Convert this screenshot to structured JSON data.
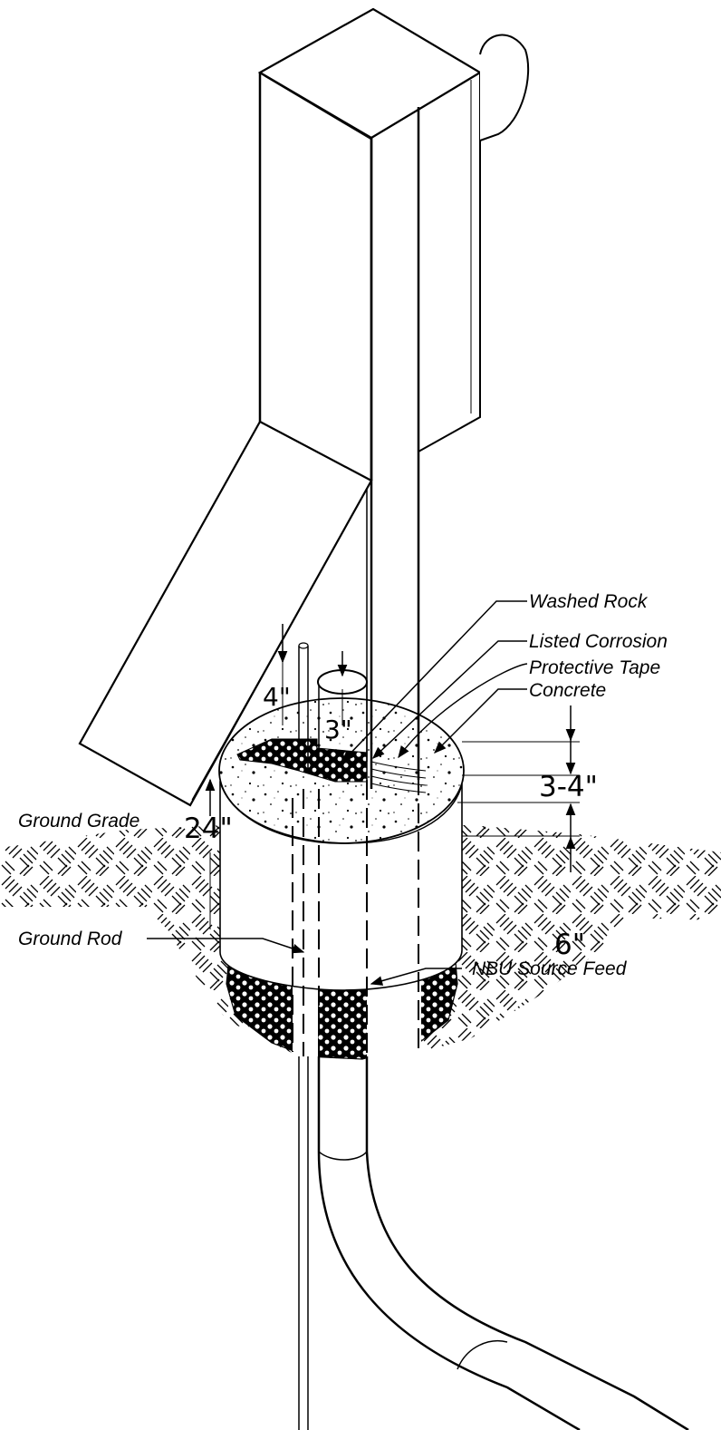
{
  "labels": {
    "washed_rock": "Washed Rock",
    "tape_line1": "Listed Corrosion",
    "tape_line2": "Protective Tape",
    "concrete": "Concrete",
    "ground_grade": "Ground Grade",
    "ground_rod": "Ground Rod",
    "source_feed": "NBU Source Feed"
  },
  "dimensions": {
    "rod_diameter": "4\"",
    "conduit_diameter": "3\"",
    "collar_height": "24\"",
    "top_above_grade": "3-4\"",
    "rock_depth": "6\""
  },
  "colors": {
    "line": "#000000",
    "background": "#ffffff"
  }
}
